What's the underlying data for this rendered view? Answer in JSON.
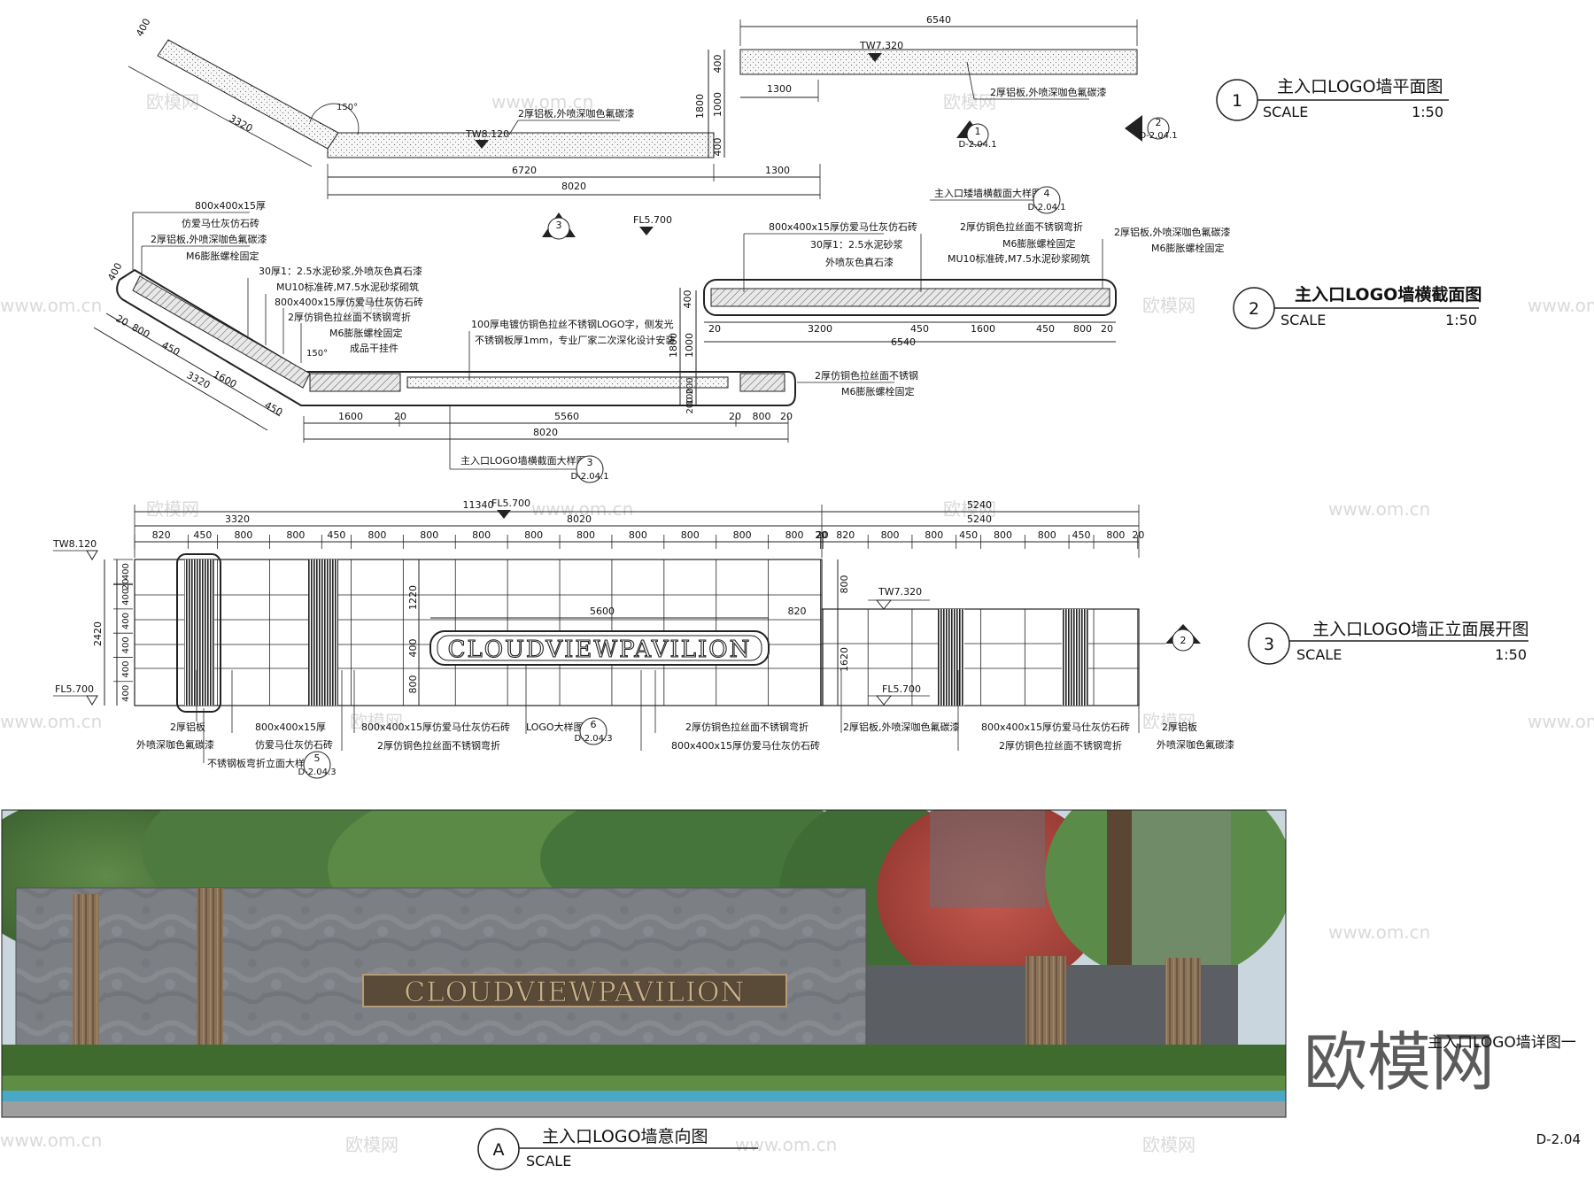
{
  "sheet": {
    "number": "D-2.04",
    "title": "主入口LOGO墙详图一",
    "watermark_big": "欧模网",
    "watermark_small": "欧模网",
    "watermark_url": "www.om.cn"
  },
  "views": {
    "plan": {
      "num": "1",
      "title": "主入口LOGO墙平面图",
      "scale_label": "SCALE",
      "scale": "1:50"
    },
    "section": {
      "num": "2",
      "title": "主入口LOGO墙横截面图",
      "scale_label": "SCALE",
      "scale": "1:50"
    },
    "elevation": {
      "num": "3",
      "title": "主入口LOGO墙正立面展开图",
      "scale_label": "SCALE",
      "scale": "1:50"
    },
    "render": {
      "num": "A",
      "title": "主入口LOGO墙意向图",
      "scale_label": "SCALE"
    }
  },
  "plan": {
    "dims": {
      "d6540": "6540",
      "d400a": "400",
      "d1300a": "1300",
      "d1800": "1800",
      "d1000": "1000",
      "d400b": "400",
      "d6720": "6720",
      "d1300b": "1300",
      "d8020": "8020",
      "d3320": "3320",
      "d400c": "400"
    },
    "angle": "150°",
    "levels": {
      "tw1": "TW8.120",
      "tw2": "TW7.320"
    },
    "notes": {
      "n1": "2厚铝板,外喷深咖色氟碳漆",
      "n2": "2厚铝板,外喷深咖色氟碳漆"
    },
    "refs": {
      "r1_num": "1",
      "r1_sheet": "D-2.04.1",
      "r2_num": "2",
      "r2_sheet": "D-2.04.1"
    }
  },
  "section": {
    "ref3": {
      "num": "3"
    },
    "fl": "FL5.700",
    "left_notes": [
      "800x400x15厚",
      "仿爱马仕灰仿石砖",
      "2厚铝板,外喷深咖色氟碳漆",
      "M6膨胀螺栓固定"
    ],
    "mid_notes": [
      "30厚1：2.5水泥砂浆,外喷灰色真石漆",
      "MU10标准砖,M7.5水泥砂浆砌筑",
      "800x400x15厚仿爱马仕灰仿石砖",
      "2厚仿铜色拉丝面不锈钢弯折",
      "M6膨胀螺栓固定",
      "成品干挂件"
    ],
    "logo_note": [
      "100厚电镀仿铜色拉丝不锈钢LOGO字，侧发光",
      "不锈钢板厚1mm，专业厂家二次深化设计安装"
    ],
    "right_note": [
      "2厚仿铜色拉丝面不锈钢",
      "M6膨胀螺栓固定"
    ],
    "angle": "150°",
    "left_dims": [
      "400",
      "20",
      "800",
      "450",
      "1600",
      "450",
      "3320"
    ],
    "bottom_dims": {
      "d1600": "1600",
      "d20a": "20",
      "d5560": "5560",
      "d20b": "20",
      "d800": "800",
      "d20c": "20",
      "d8020": "8020"
    },
    "h_dims": [
      "1800",
      "1000",
      "200",
      "100",
      "200"
    ],
    "detail_ref": {
      "label": "主入口LOGO墙横截面大样图",
      "num": "3",
      "sheet": "D-2.04.1"
    },
    "upper": {
      "title": "主入口矮墙横截面大样图",
      "title_num": "4",
      "title_sheet": "D-2.04.1",
      "notes": [
        "800x400x15厚仿爱马仕灰仿石砖",
        "30厚1：2.5水泥砂浆",
        "外喷灰色真石漆"
      ],
      "notes2": [
        "2厚仿铜色拉丝面不锈钢弯折",
        "M6膨胀螺栓固定",
        "MU10标准砖,M7.5水泥砂浆砌筑"
      ],
      "notes3": [
        "2厚铝板,外喷深咖色氟碳漆",
        "M6膨胀螺栓固定"
      ],
      "dims": [
        "20",
        "3200",
        "450",
        "1600",
        "450",
        "800",
        "20"
      ],
      "total": "6540",
      "h_dims": [
        "400"
      ]
    }
  },
  "elevation": {
    "fl": "FL5.700",
    "tw": "TW8.120",
    "tw2": "TW7.320",
    "fl2": "FL5.700",
    "top_total": "11340",
    "top_right": "5240",
    "top_right2": "5240",
    "top_left": "3320",
    "top_mid": "8020",
    "modules": [
      "820",
      "450",
      "800",
      "800",
      "450",
      "800",
      "800",
      "800",
      "800",
      "800",
      "800",
      "800",
      "800",
      "800",
      "20"
    ],
    "modules_right": [
      "20",
      "820",
      "800",
      "800",
      "450",
      "800",
      "800",
      "450",
      "800",
      "20"
    ],
    "v_dims_left": [
      "400",
      "20",
      "400",
      "400",
      "400",
      "400",
      "400"
    ],
    "v_total": "2420",
    "logo_dims": {
      "w": "5600",
      "r": "820",
      "h1": "1220",
      "h2": "400",
      "h3": "800"
    },
    "right_v": [
      "800",
      "1620"
    ],
    "logo_text": "CLOUDVIEWPAVILION",
    "notes": {
      "n1": [
        "2厚铝板",
        "外喷深咖色氟碳漆"
      ],
      "n2": [
        "800x400x15厚",
        "仿爱马仕灰仿石砖"
      ],
      "n3": "800x400x15厚仿爱马仕灰仿石砖",
      "n4": "2厚仿铜色拉丝面不锈钢弯折",
      "n5": "LOGO大样图",
      "n5_num": "6",
      "n5_sheet": "D-2.04.3",
      "n6": "2厚仿铜色拉丝面不锈钢弯折",
      "n7": "800x400x15厚仿爱马仕灰仿石砖",
      "n8": "2厚铝板,外喷深咖色氟碳漆",
      "n9": "800x400x15厚仿爱马仕灰仿石砖",
      "n10": "2厚仿铜色拉丝面不锈钢弯折",
      "n11": [
        "2厚铝板",
        "外喷深咖色氟碳漆"
      ],
      "n12": "不锈钢板弯折立面大样图",
      "n12_num": "5",
      "n12_sheet": "D-2.04.3"
    },
    "ref2": {
      "num": "2"
    }
  },
  "render": {
    "logo_text": "CLOUDVIEWPAVILION"
  }
}
